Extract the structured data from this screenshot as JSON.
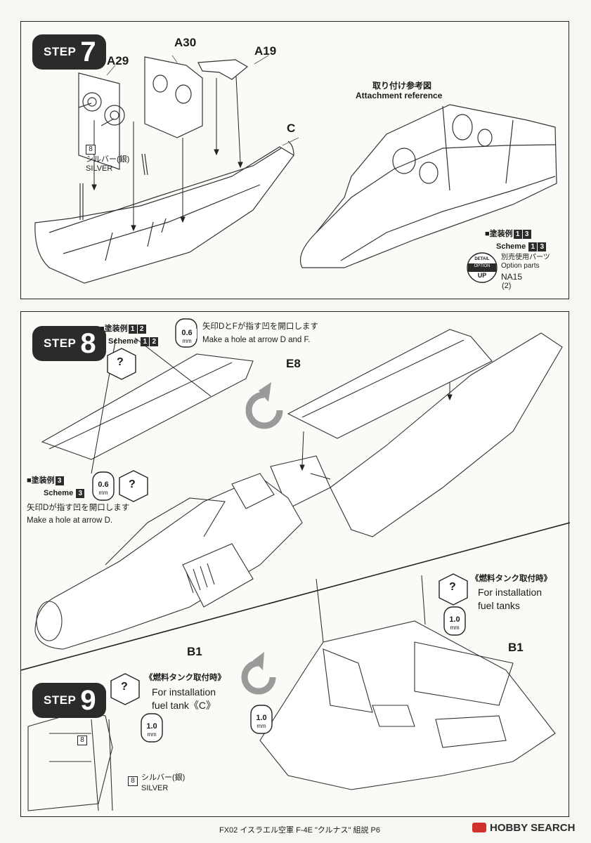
{
  "step7": {
    "badge_word": "STEP",
    "badge_num": "7",
    "parts": {
      "a29": "A29",
      "a30": "A30",
      "a19": "A19",
      "c": "C"
    },
    "callout_num": "8",
    "silver_jp": "シルバー(銀)",
    "silver_en": "SILVER",
    "attach_jp": "取り付け参考図",
    "attach_en": "Attachment reference",
    "scheme_jp": "■塗装例",
    "scheme_en": "Scheme",
    "scheme_nums": [
      "1",
      "3"
    ],
    "option_jp": "別売使用パーツ",
    "option_en": "Option parts",
    "option_code": "NA15",
    "option_qty": "(2)",
    "detail_top": "DETAIL",
    "detail_mid": "OPTION",
    "detail_bot": "UP"
  },
  "step8": {
    "badge_word": "STEP",
    "badge_num": "8",
    "scheme_jp": "■塗装例",
    "scheme_en": "Scheme",
    "scheme_nums": [
      "1",
      "2"
    ],
    "drill": "0.6",
    "drill_unit": "mm",
    "note_jp": "矢印DとFが指す凹を開口します",
    "note_en": "Make a hole at arrow D and F.",
    "part_e8": "E8",
    "scheme2_jp": "■塗装例",
    "scheme2_en": "Scheme",
    "scheme2_num": "3",
    "drill2": "0.6",
    "drill2_unit": "mm",
    "note2_jp": "矢印Dが指す凹を開口します",
    "note2_en": "Make a hole at arrow D."
  },
  "fuel_right": {
    "jp": "《燃料タンク取付時》",
    "en1": "For installation",
    "en2": "fuel tanks",
    "drill": "1.0",
    "drill_unit": "mm",
    "part": "B1"
  },
  "step9": {
    "badge_word": "STEP",
    "badge_num": "9",
    "part": "B1",
    "fuel_jp": "《燃料タンク取付時》",
    "fuel_en1": "For installation",
    "fuel_en2": "fuel tank《C》",
    "drill": "1.0",
    "drill_unit": "mm",
    "drill2": "1.0",
    "drill2_unit": "mm",
    "callout_num": "8",
    "silver_jp": "シルバー(銀)",
    "silver_en": "SILVER"
  },
  "footer": {
    "text": "FX02 イスラエル空軍 F-4E \"クルナス\" 組説 P6",
    "brand": "HOBBY SEARCH"
  }
}
